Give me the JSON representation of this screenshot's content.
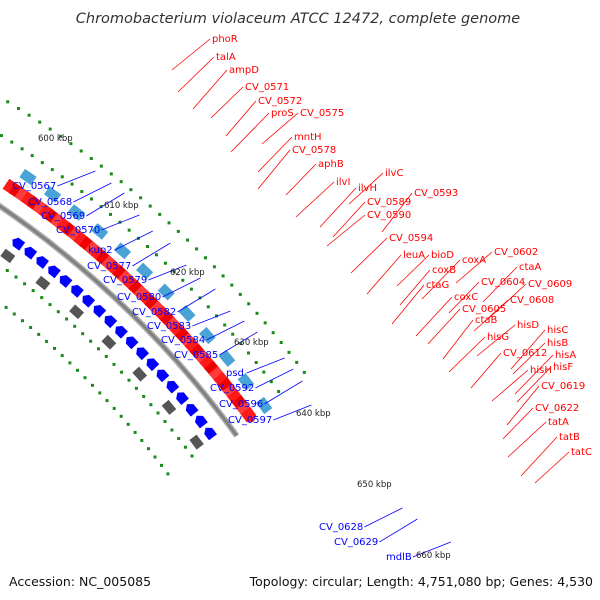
{
  "header": {
    "title": "Chromobacterium violaceum ATCC 12472, complete genome"
  },
  "footer": {
    "accession": "Accession: NC_005085",
    "summary": "Topology: circular; Length: 4,751,080 bp; Genes: 4,530"
  },
  "colors": {
    "forward_gene": "#ff0000",
    "reverse_gene": "#0000ff",
    "backbone": "#808080",
    "tick_dot": "#1a8a1a"
  },
  "ticks": [
    "600 kbp",
    "610 kbp",
    "620 kbp",
    "630 kbp",
    "640 kbp",
    "650 kbp",
    "660 kbp"
  ],
  "forward_labels": [
    "phoR",
    "talA",
    "ampD",
    "CV_0571",
    "CV_0572",
    "proS",
    "CV_0575",
    "mntH",
    "CV_0578",
    "aphB",
    "ilvI",
    "ilvH",
    "ilvC",
    "CV_0589",
    "CV_0593",
    "CV_0590",
    "CV_0594",
    "leuA",
    "bioD",
    "coxB",
    "coxA",
    "CV_0602",
    "ctaA",
    "ctaG",
    "CV_0604",
    "CV_0609",
    "coxC",
    "CV_0608",
    "CV_0605",
    "ctaB",
    "hisD",
    "hisG",
    "hisC",
    "hisB",
    "CV_0612",
    "hisA",
    "hisH",
    "hisF",
    "CV_0619",
    "CV_0622",
    "tatA",
    "tatB",
    "tatC"
  ],
  "reverse_labels": [
    "CV_0567",
    "CV_0568",
    "CV_0569",
    "CV_0570",
    "kup2",
    "CV_0577",
    "CV_0579",
    "CV_0580",
    "CV_0582",
    "CV_0583",
    "CV_0584",
    "CV_0585",
    "psd",
    "CV_0592",
    "CV_0596",
    "CV_0597",
    "CV_0628",
    "CV_0629",
    "mdlB"
  ]
}
